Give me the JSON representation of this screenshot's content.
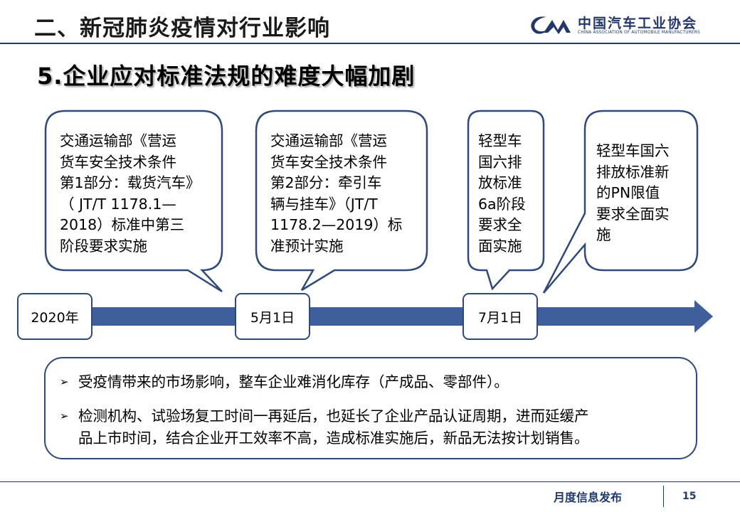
{
  "header": {
    "title": "二、新冠肺炎疫情对行业影响",
    "logo_cn": "中国汽车工业协会",
    "logo_en": "CHINA ASSOCIATION OF AUTOMOBILE MANUFACTURERS"
  },
  "subtitle": "5.企业应对标准法规的难度大幅加剧",
  "bubbles": [
    {
      "lines": [
        "交通运输部《营运",
        "货车安全技术条件",
        "第1部分：载货汽车》",
        "（ JT/T 1178.1—",
        "2018）标准中第三",
        "阶段要求实施"
      ]
    },
    {
      "lines": [
        "交通运输部《营运",
        "货车安全技术条件",
        "第2部分：牵引车",
        "辆与挂车》（JT/T",
        "1178.2—2019）标",
        "准预计实施"
      ]
    },
    {
      "lines": [
        "轻型车",
        "国六排",
        "放标准",
        "6a阶段",
        "要求全",
        "面实施"
      ]
    },
    {
      "lines": [
        "轻型车国六",
        "排放标准新",
        "的PN限值",
        "要求全面实",
        "施"
      ]
    }
  ],
  "timeline": {
    "points": [
      "2020年",
      "5月1日",
      "7月1日"
    ]
  },
  "notes": [
    {
      "lines": [
        "受疫情带来的市场影响，整车企业难消化库存（产成品、零部件）。"
      ]
    },
    {
      "lines": [
        "检测机构、试验场复工时间一再延后，也延长了企业产品认证周期，进而延缓产",
        "品上市时间，结合企业开工效率不高，造成标准实施后，新品无法按计划销售。"
      ]
    }
  ],
  "footer": {
    "label": "月度信息发布",
    "page": "15"
  },
  "colors": {
    "accent": "#1f3a6b",
    "timeline": "#3e5f99",
    "bubble_border": "#2f4a7a"
  }
}
